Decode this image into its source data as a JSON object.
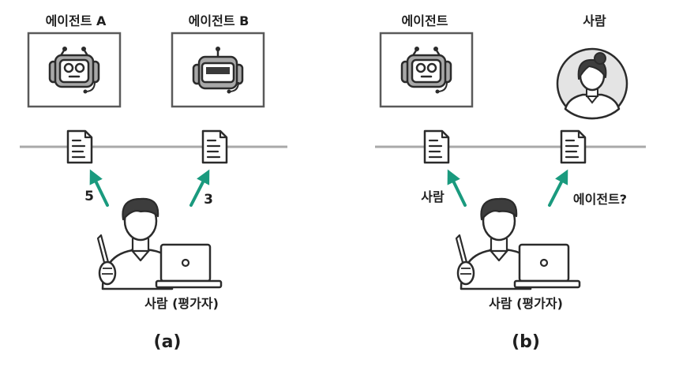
{
  "panel_a": {
    "agent_a_label": "에이전트 A",
    "agent_b_label": "에이전트 B",
    "score_a": "5",
    "score_b": "3",
    "evaluator_label": "사람 (평가자)",
    "caption": "(a)"
  },
  "panel_b": {
    "agent_label": "에이전트",
    "human_label": "사람",
    "guess_left": "사람",
    "guess_right": "에이전트?",
    "evaluator_label": "사람 (평가자)",
    "caption": "(b)"
  },
  "colors": {
    "arrow": "#1a9a7e",
    "line": "#a9a9a9",
    "frame": "#5a5a5a",
    "robot_face": "#a8a8a8",
    "hair": "#3d3d3d",
    "human_circle_fill": "#e4e4e4"
  }
}
